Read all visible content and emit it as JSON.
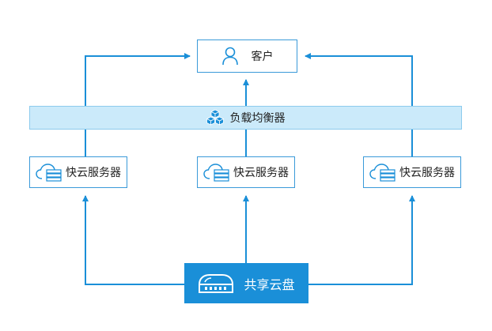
{
  "client": {
    "label": "客户",
    "icon": "user-icon"
  },
  "load_balancer": {
    "label": "负载均衡器",
    "icon": "cubes-icon"
  },
  "servers": [
    {
      "label": "快云服务器",
      "icon": "cloud-server-icon"
    },
    {
      "label": "快云服务器",
      "icon": "cloud-server-icon"
    },
    {
      "label": "快云服务器",
      "icon": "cloud-server-icon"
    }
  ],
  "shared_disk": {
    "label": "共享云盘",
    "icon": "storage-icon"
  },
  "colors": {
    "accent": "#1a8fd8",
    "lb_fill": "#cbeafa",
    "border": "#3a9ad9"
  }
}
